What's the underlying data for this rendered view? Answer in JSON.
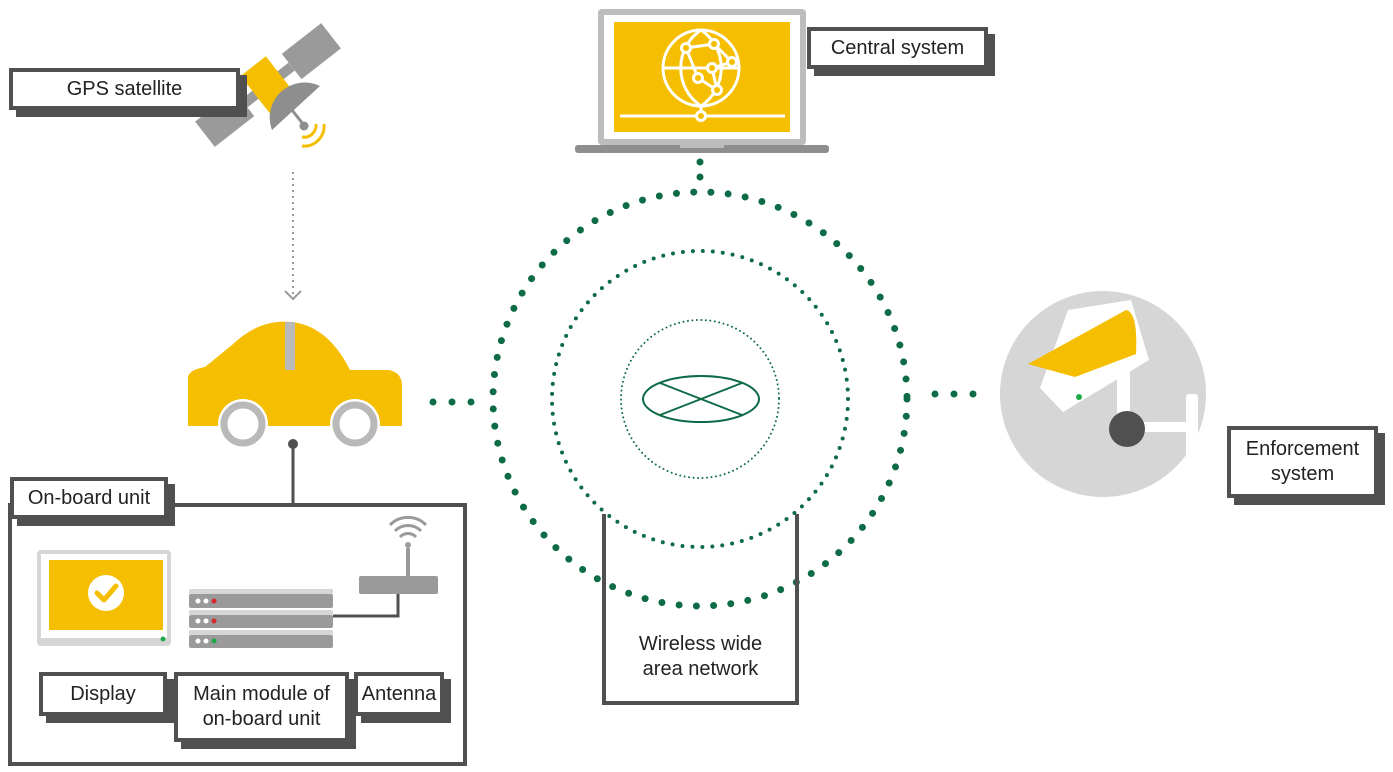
{
  "labels": {
    "gps_satellite": "GPS satellite",
    "central_system": "Central system",
    "on_board_unit": "On-board unit",
    "display": "Display",
    "main_module": "Main module of\non-board unit",
    "antenna": "Antenna",
    "wireless_network": "Wireless wide\narea network",
    "enforcement_system": "Enforcement\nsystem"
  },
  "colors": {
    "accent_yellow": "#f5be00",
    "network_green": "#0d6b45",
    "device_gray": "#bdbdbd",
    "dark_gray": "#505050",
    "light_gray": "#d6d6d6",
    "led_red": "#d62a2a",
    "led_green": "#1faa4a"
  },
  "icons": [
    "satellite-icon",
    "laptop-globe-icon",
    "car-icon",
    "display-check-icon",
    "server-module-icon",
    "wifi-router-icon",
    "cctv-camera-icon",
    "network-ellipse-icon"
  ]
}
